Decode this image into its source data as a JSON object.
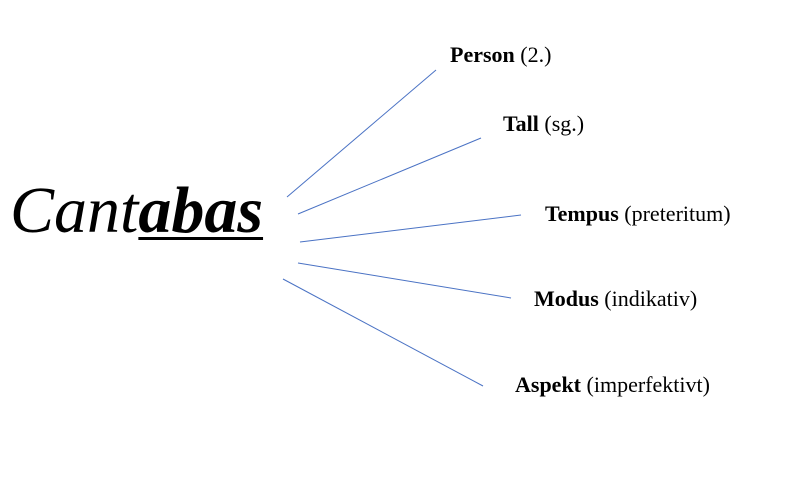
{
  "word": {
    "stem": "Cant",
    "ending": "abas"
  },
  "features": [
    {
      "name": "Person",
      "value": "(2.)"
    },
    {
      "name": "Tall",
      "value": "(sg.)"
    },
    {
      "name": "Tempus",
      "value": "(preteritum)"
    },
    {
      "name": "Modus",
      "value": "(indikativ)"
    },
    {
      "name": "Aspekt",
      "value": "(imperfektivt)"
    }
  ],
  "colors": {
    "connector": "#4a72c4",
    "text": "#000000"
  }
}
